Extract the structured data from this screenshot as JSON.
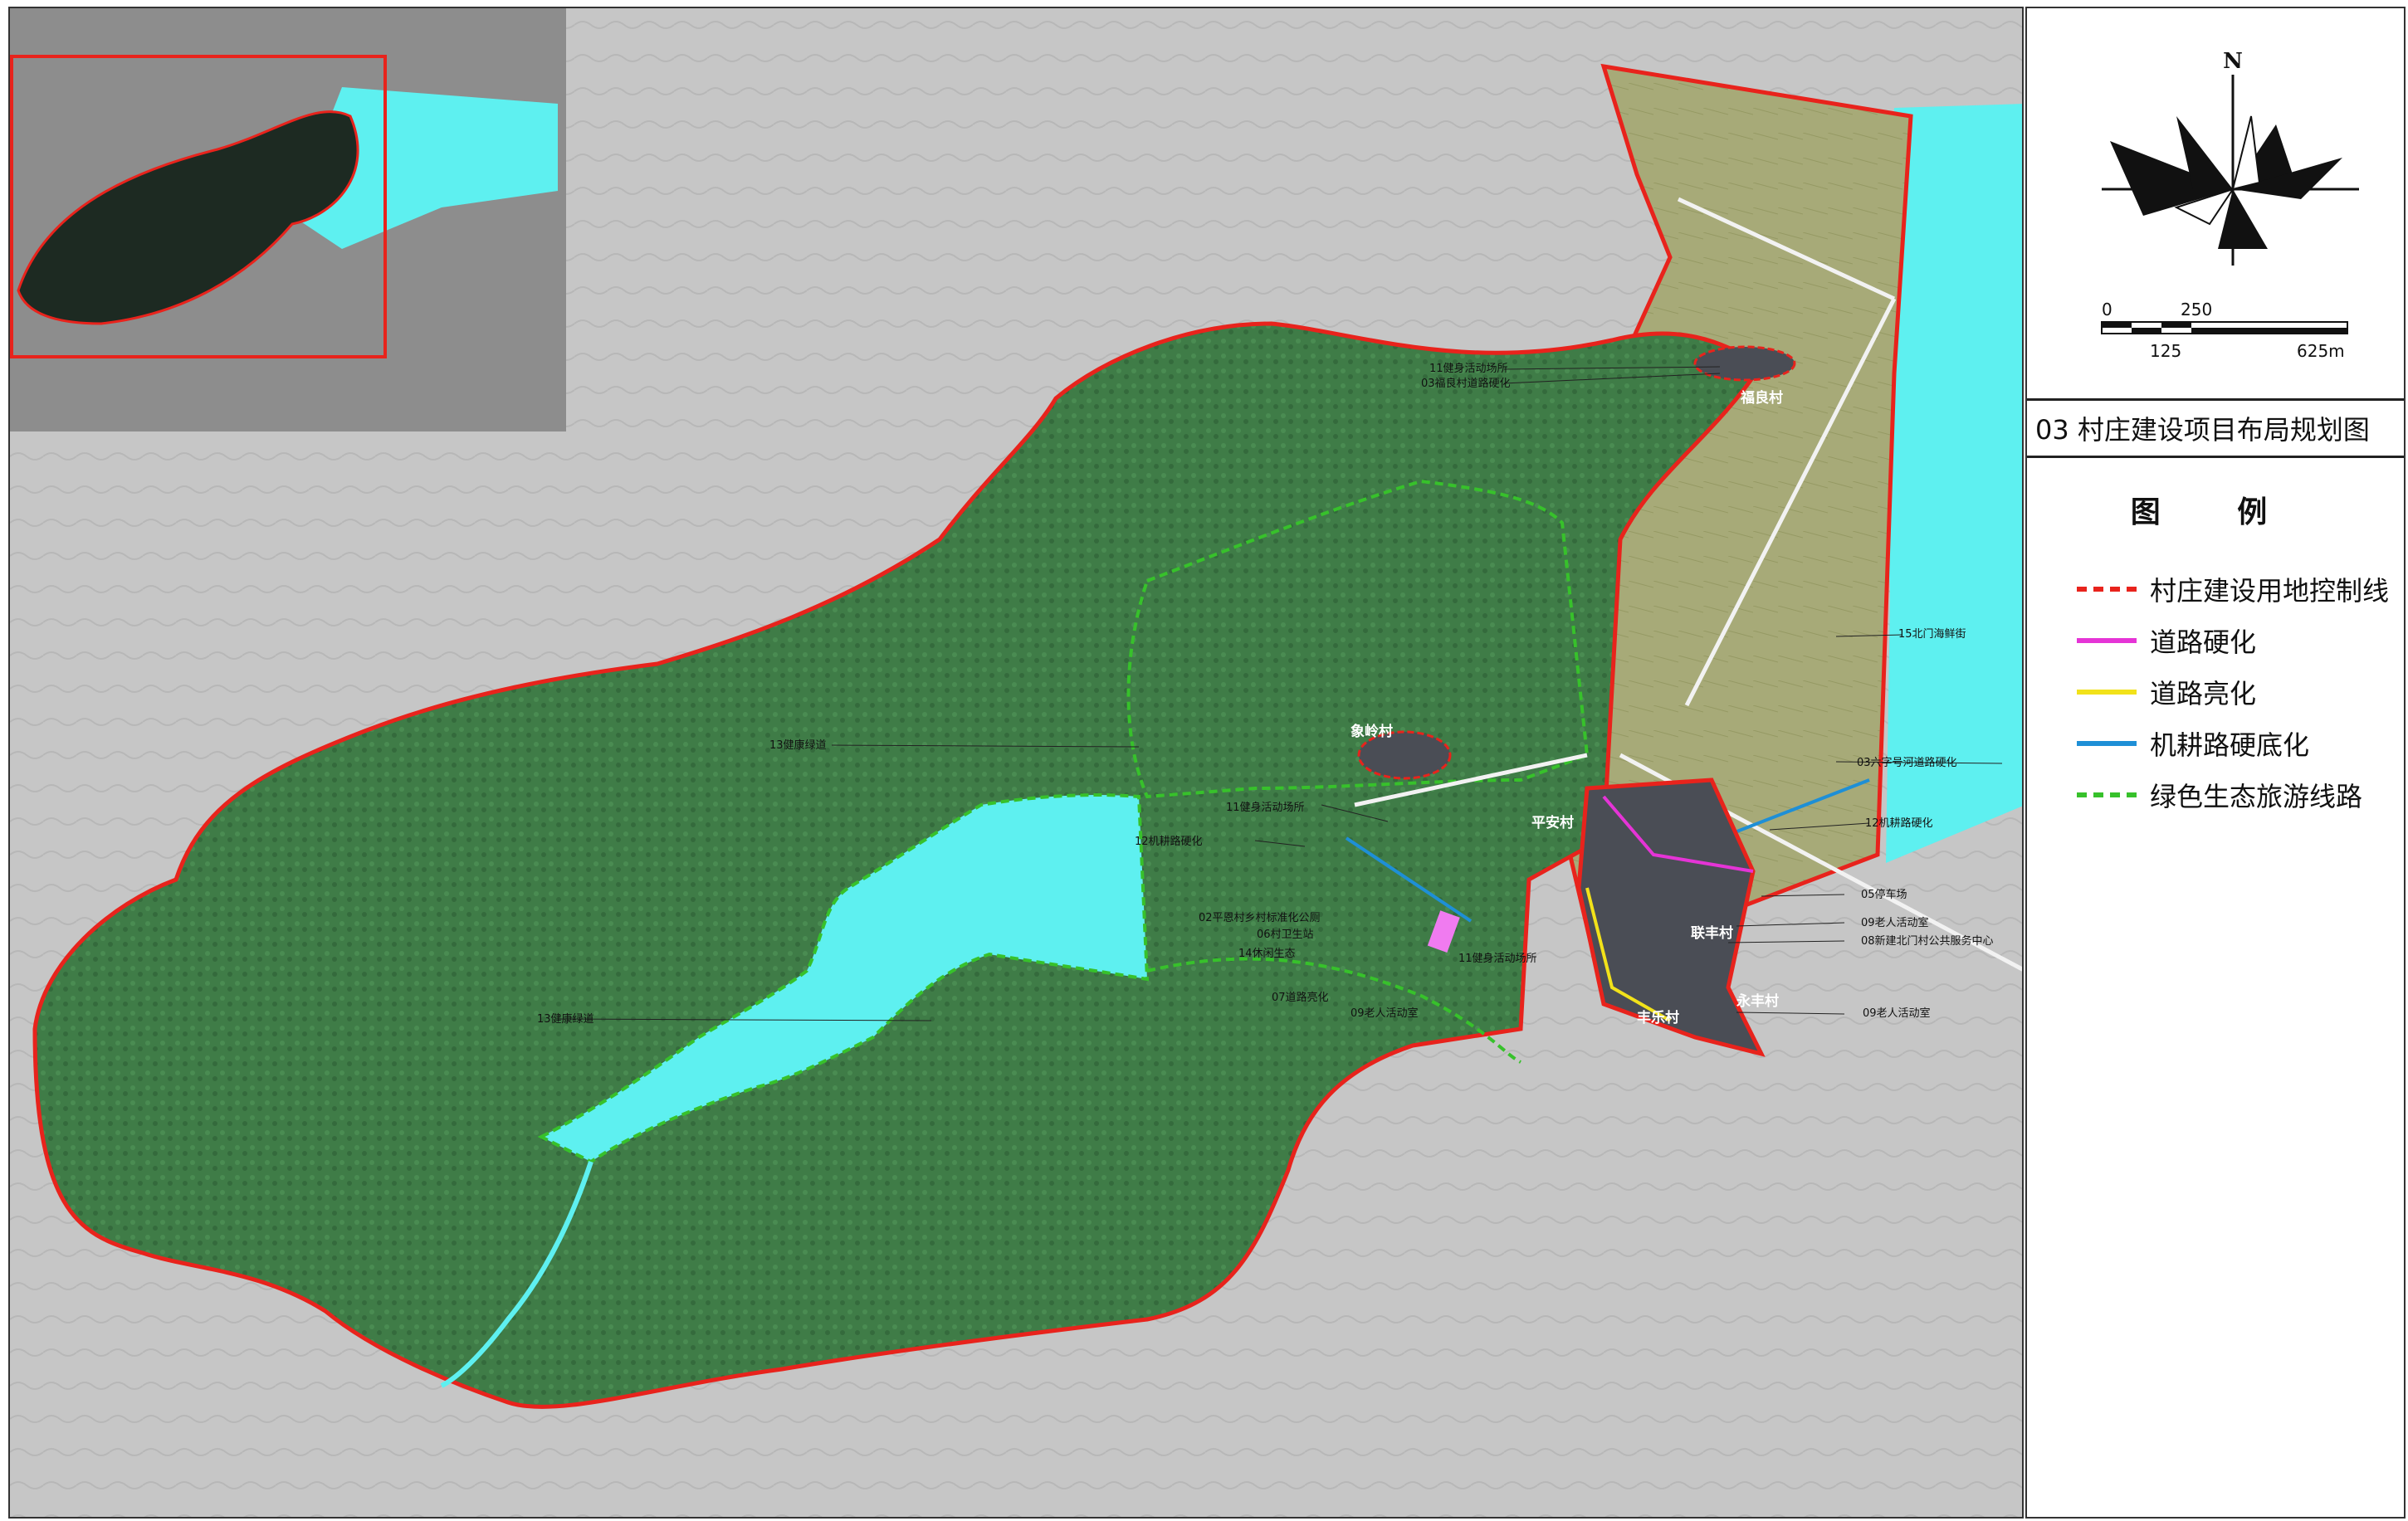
{
  "title": "03  村庄建设项目布局规划图",
  "compass": {
    "north": "N"
  },
  "scale_bar": {
    "top_labels": [
      "0",
      "250"
    ],
    "bottom_labels": [
      "125",
      "625m"
    ]
  },
  "legend": {
    "heading": "图  例",
    "items": [
      {
        "label": "村庄建设用地控制线",
        "color": "#e8231c",
        "style": "dashed-red"
      },
      {
        "label": "道路硬化",
        "color": "#e534d6",
        "style": "solid"
      },
      {
        "label": "道路亮化",
        "color": "#f2e21a",
        "style": "solid"
      },
      {
        "label": "机耕路硬底化",
        "color": "#1e8fd6",
        "style": "solid"
      },
      {
        "label": "绿色生态旅游线路",
        "color": "#37c12b",
        "style": "dashed"
      }
    ]
  },
  "villages": [
    "福良村",
    "象岭村",
    "平安村",
    "联丰村",
    "丰乐村",
    "永丰村"
  ],
  "annotations": [
    "11健身活动场所",
    "03福良村道路硬化",
    "13健康绿道",
    "11健身活动场所",
    "12机耕路硬化",
    "02平恩村乡村标准化公厕",
    "06村卫生站",
    "14休闲生态",
    "11健身活动场所",
    "07道路亮化",
    "09老人活动室",
    "13健康绿道",
    "15北门海鲜街",
    "03六字号河道路硬化",
    "12机耕路硬化",
    "05停车场",
    "09老人活动室",
    "08新建北门村公共服务中心",
    "09老人活动室"
  ],
  "colors": {
    "forest": "#3d7a45",
    "water": "#5ef0f0",
    "farmland": "#a9ab76",
    "boundary": "#e8231c",
    "background": "#c9c9c9"
  }
}
